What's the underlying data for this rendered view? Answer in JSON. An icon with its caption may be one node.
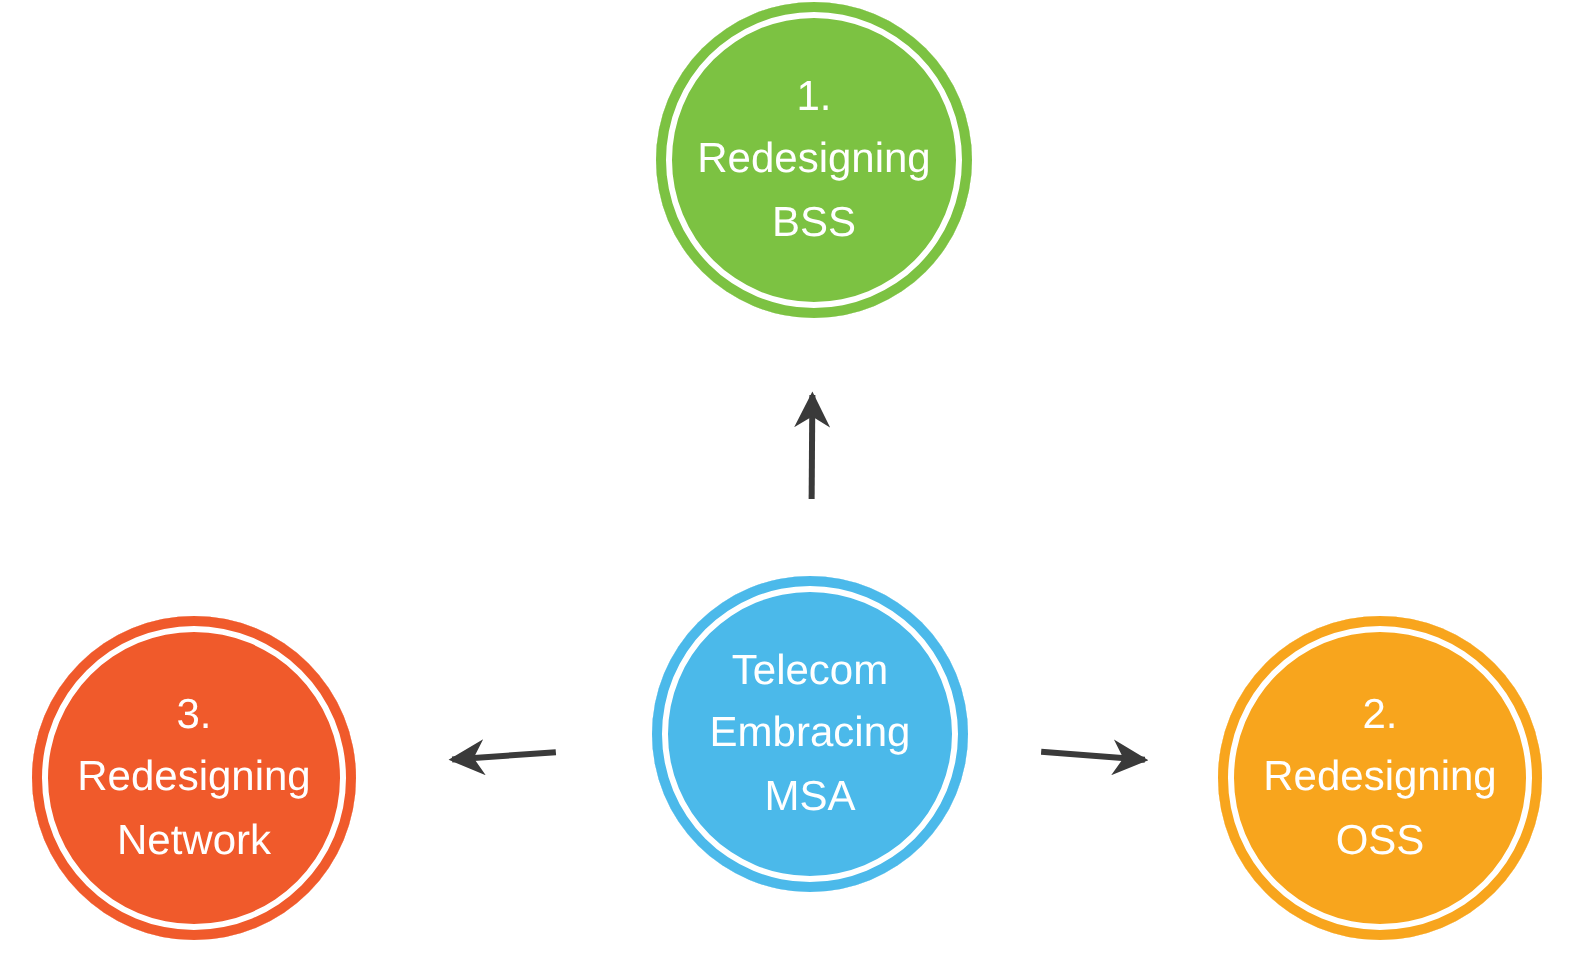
{
  "diagram": {
    "nodes": [
      {
        "text": [
          "1. Redesigning BSS"
        ]
      },
      {
        "text": [
          "3. Redesigning Network"
        ]
      },
      {
        "text": [
          "Telecom Embracing MSA"
        ]
      },
      {
        "text": [
          "2. Redesigning OSS"
        ]
      }
    ],
    "edges": [
      {
        "from": 2,
        "to": 0,
        "arrow": "to"
      },
      {
        "from": 2,
        "to": 3,
        "arrow": "to"
      },
      {
        "from": 2,
        "to": 1,
        "arrow": "to"
      }
    ]
  }
}
